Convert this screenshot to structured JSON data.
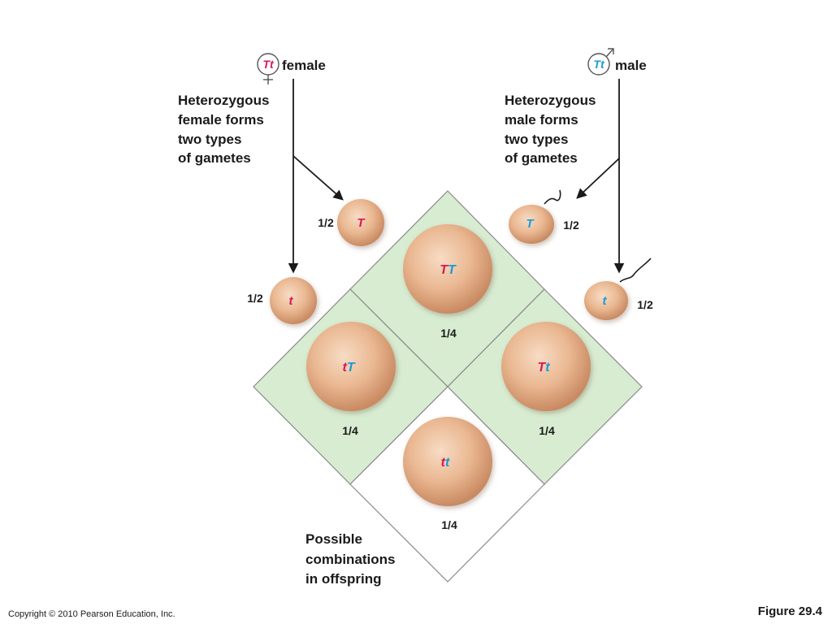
{
  "female": {
    "genotype_dominant": "T",
    "genotype_recessive": "t",
    "label": "female",
    "description": [
      "Heterozygous",
      "female forms",
      "two types",
      "of gametes"
    ],
    "gametes": [
      {
        "allele": "T",
        "probability": "1/2"
      },
      {
        "allele": "t",
        "probability": "1/2"
      }
    ]
  },
  "male": {
    "genotype_dominant": "T",
    "genotype_recessive": "t",
    "label": "male",
    "description": [
      "Heterozygous",
      "male forms",
      "two types",
      "of gametes"
    ],
    "gametes": [
      {
        "allele": "T",
        "probability": "1/2"
      },
      {
        "allele": "t",
        "probability": "1/2"
      }
    ]
  },
  "offspring": [
    {
      "female_allele": "T",
      "male_allele": "T",
      "probability": "1/4"
    },
    {
      "female_allele": "t",
      "male_allele": "T",
      "probability": "1/4"
    },
    {
      "female_allele": "T",
      "male_allele": "t",
      "probability": "1/4"
    },
    {
      "female_allele": "t",
      "male_allele": "t",
      "probability": "1/4"
    }
  ],
  "offspring_caption": [
    "Possible",
    "combinations",
    "in offspring"
  ],
  "footer": {
    "copyright": "Copyright © 2010 Pearson Education, Inc.",
    "figure": "Figure 29.4"
  },
  "colors": {
    "female_allele": "#d6195b",
    "male_allele": "#1a9bd7",
    "grid_fill": "#d7ecd1",
    "cell_fill": "#e8b68f"
  }
}
